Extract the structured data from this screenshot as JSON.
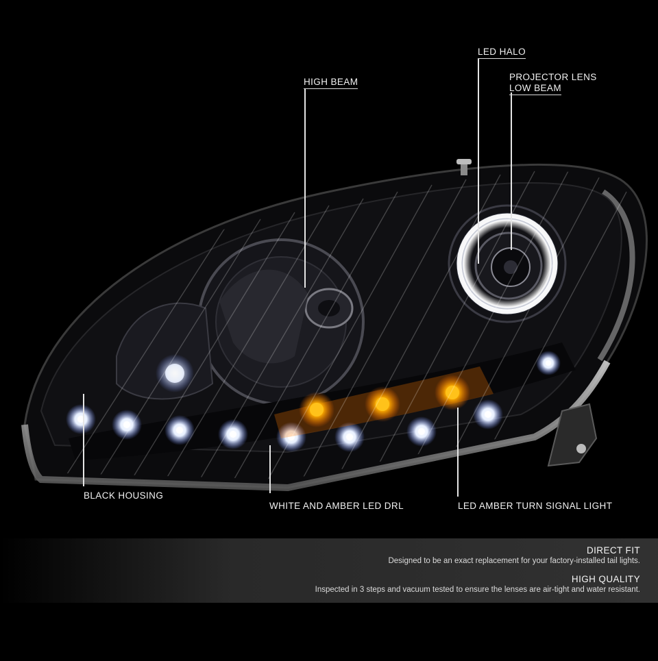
{
  "image": {
    "subject": "headlamp-assembly",
    "background_color": "#000000",
    "accent_amber": "#ffb000",
    "accent_white": "#f2f6ff"
  },
  "callouts": {
    "led_halo": "LED HALO",
    "projector_line1": "PROJECTOR LENS",
    "projector_line2": "LOW BEAM",
    "high_beam": "HIGH BEAM",
    "black_housing": "BLACK HOUSING",
    "drl": "WHITE AND AMBER LED DRL",
    "turn_signal": "LED AMBER TURN SIGNAL LIGHT"
  },
  "features": [
    {
      "title": "DIRECT FIT",
      "description": "Designed to be an exact replacement for your factory-installed tail lights."
    },
    {
      "title": "HIGH QUALITY",
      "description": "Inspected in 3 steps and vacuum tested to ensure the lenses are air-tight and water resistant."
    }
  ]
}
